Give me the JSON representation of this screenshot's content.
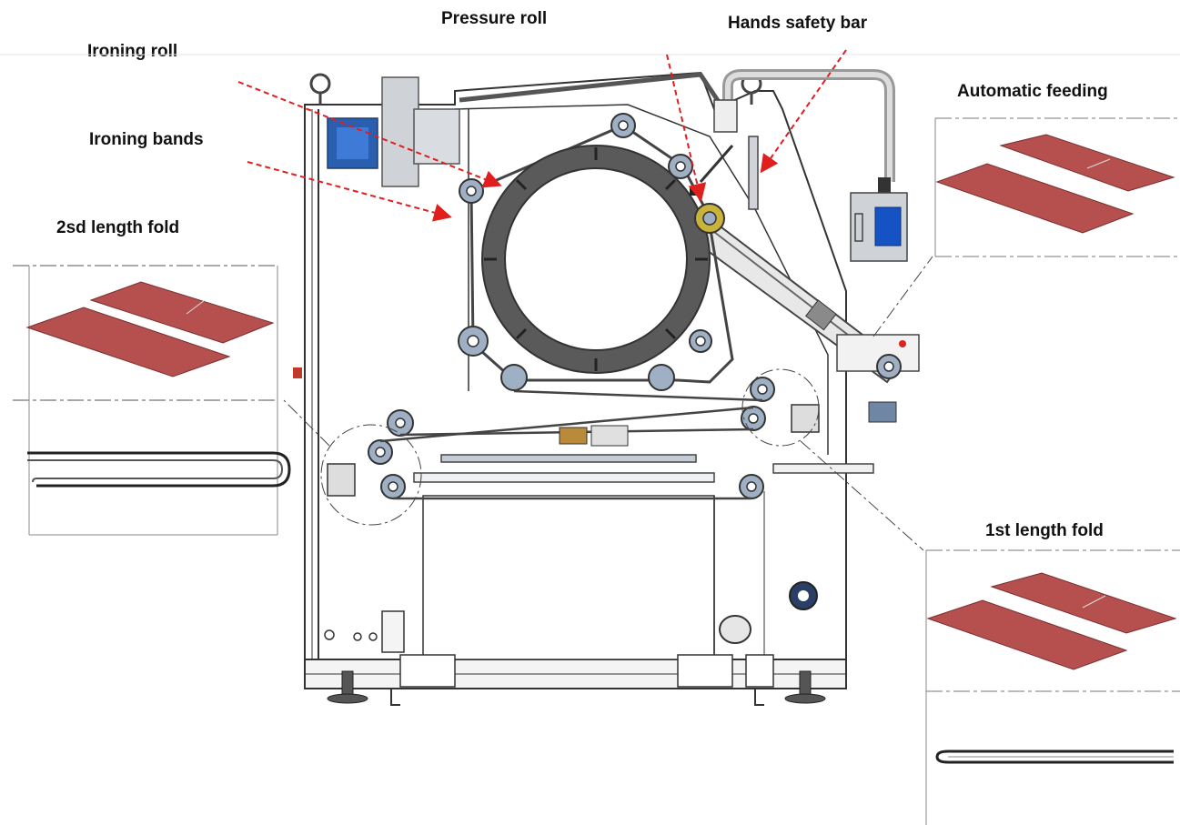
{
  "labels": {
    "ironing_roll": "Ironing roll",
    "pressure_roll": "Pressure roll",
    "hands_safety_bar": "Hands safety bar",
    "automatic_feeding": "Automatic feeding",
    "ironing_bands": "Ironing bands",
    "second_length_fold": "2sd length fold",
    "first_length_fold": "1st length fold"
  },
  "colors": {
    "arrow": "#e01e1e",
    "sheet_fill": "#b5504f",
    "machine_dark": "#4d4d4d",
    "roll_fill": "#9fb0c4",
    "motor_blue": "#2a5fb0",
    "frame_line": "#333333"
  }
}
